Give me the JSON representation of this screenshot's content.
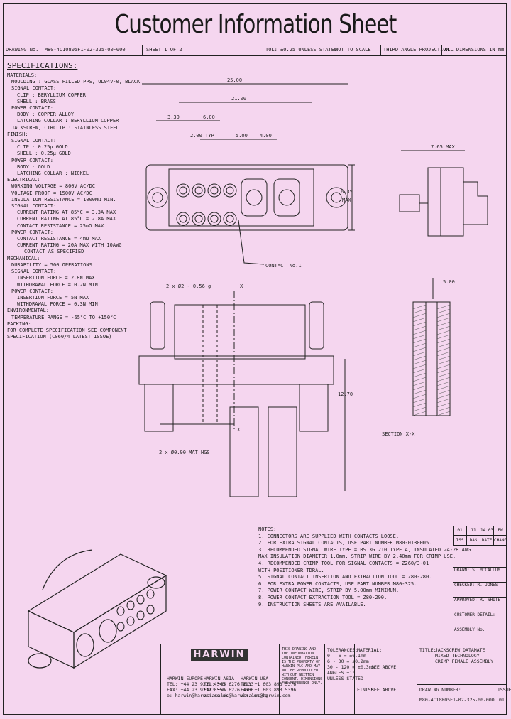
{
  "title": "Customer Information Sheet",
  "header": {
    "drawing_no": "DRAWING No.: M80-4C10805F1-02-325-00-000",
    "sheet": "SHEET 1 OF 2",
    "tolerance": "TOL: ±0.25 UNLESS STATED",
    "scale": "NOT TO SCALE",
    "projection": "THIRD ANGLE PROJECTION",
    "units": "ALL DIMENSIONS IN mm"
  },
  "specifications": {
    "heading": "SPECIFICATIONS:",
    "lines": [
      {
        "t": "MATERIALS:",
        "i": 0
      },
      {
        "t": "MOULDING : GLASS FILLED PPS, UL94V-0, BLACK",
        "i": 1
      },
      {
        "t": "SIGNAL CONTACT:",
        "i": 1
      },
      {
        "t": "CLIP : BERYLLIUM COPPER",
        "i": 2
      },
      {
        "t": "SHELL : BRASS",
        "i": 2
      },
      {
        "t": "POWER CONTACT:",
        "i": 1
      },
      {
        "t": "BODY : COPPER ALLOY",
        "i": 2
      },
      {
        "t": "LATCHING COLLAR : BERYLLIUM COPPER",
        "i": 2
      },
      {
        "t": "JACKSCREW, CIRCLIP : STAINLESS STEEL",
        "i": 1
      },
      {
        "t": "FINISH:",
        "i": 0
      },
      {
        "t": "SIGNAL CONTACT:",
        "i": 1
      },
      {
        "t": "CLIP : 0.25µ GOLD",
        "i": 2
      },
      {
        "t": "SHELL : 0.25µ GOLD",
        "i": 2
      },
      {
        "t": "POWER CONTACT:",
        "i": 1
      },
      {
        "t": "BODY : GOLD",
        "i": 2
      },
      {
        "t": "LATCHING COLLAR : NICKEL",
        "i": 2
      },
      {
        "t": "ELECTRICAL:",
        "i": 0
      },
      {
        "t": "WORKING VOLTAGE = 800V AC/DC",
        "i": 1
      },
      {
        "t": "VOLTAGE PROOF = 1500V AC/DC",
        "i": 1
      },
      {
        "t": "INSULATION RESISTANCE = 1000MΩ MIN.",
        "i": 1
      },
      {
        "t": "SIGNAL CONTACT:",
        "i": 1
      },
      {
        "t": "CURRENT RATING AT 85°C = 3.3A MAX",
        "i": 2
      },
      {
        "t": "CURRENT RATING AT 85°C = 2.8A MAX",
        "i": 2
      },
      {
        "t": "CONTACT RESISTANCE = 25mΩ MAX",
        "i": 2
      },
      {
        "t": "POWER CONTACT:",
        "i": 1
      },
      {
        "t": "CONTACT RESISTANCE = 4mΩ MAX",
        "i": 2
      },
      {
        "t": "CURRENT RATING = 20A MAX WITH 10AWG",
        "i": 2
      },
      {
        "t": "CONTACT AS SPECIFIED",
        "i": 3
      },
      {
        "t": "MECHANICAL:",
        "i": 0
      },
      {
        "t": "DURABILITY = 500 OPERATIONS",
        "i": 1
      },
      {
        "t": "SIGNAL CONTACT:",
        "i": 1
      },
      {
        "t": "INSERTION FORCE = 2.8N MAX",
        "i": 2
      },
      {
        "t": "WITHDRAWAL FORCE = 0.2N MIN",
        "i": 2
      },
      {
        "t": "POWER CONTACT:",
        "i": 1
      },
      {
        "t": "INSERTION FORCE = 5N MAX",
        "i": 2
      },
      {
        "t": "WITHDRAWAL FORCE = 0.3N MIN",
        "i": 2
      },
      {
        "t": "ENVIRONMENTAL:",
        "i": 0
      },
      {
        "t": "TEMPERATURE RANGE = -65°C TO +150°C",
        "i": 1
      },
      {
        "t": "PACKING:",
        "i": 0
      },
      {
        "t": "FOR COMPLETE SPECIFICATION SEE COMPONENT",
        "i": 0
      },
      {
        "t": "SPECIFICATION (C060/4 LATEST ISSUE)",
        "i": 0
      }
    ]
  },
  "dims": {
    "overall": "25.00",
    "pitch_outer": "21.00",
    "d3_30": "3.30",
    "d6_00": "6.00",
    "d2_00_typ": "2.00 TYP",
    "d5_00": "5.00",
    "d4_00": "4.00",
    "height": "6.35",
    "max": "MAX",
    "side": "7.65 MAX",
    "contact_label": "CONTACT No.1",
    "front_top": "2 x Ø2 - 0.56 g",
    "front_bottom": "2 x Ø0.90 MAT HGS",
    "section_dim": "5.00",
    "height2": "12.70",
    "section_label": "SECTION X-X",
    "section_mark": "X"
  },
  "notes": [
    "NOTES:",
    "1. CONNECTORS ARE SUPPLIED WITH CONTACTS LOOSE.",
    "2. FOR EXTRA SIGNAL CONTACTS, USE PART NUMBER M80-0130005.",
    "3. RECOMMENDED SIGNAL WIRE TYPE = BS 3G 210 TYPE A, INSULATED 24-28 AWG",
    "   MAX INSULATION DIAMETER 1.0mm, STRIP WIRE BY 2.40mm FOR CRIMP USE.",
    "4. RECOMMENDED CRIMP TOOL FOR SIGNAL CONTACTS = Z260/3-01",
    "   WITH POSITIONER TDRAL.",
    "5. SIGNAL CONTACT INSERTION AND EXTRACTION TOOL = Z80-280.",
    "6. FOR EXTRA POWER CONTACTS, USE PART NUMBER M80-325.",
    "7. POWER CONTACT WIRE, STRIP BY 5.00mm MINIMUM.",
    "8. POWER CONTACT EXTRACTION TOOL = Z80-290.",
    "9. INSTRUCTION SHEETS ARE AVAILABLE."
  ],
  "revision": {
    "rows": [
      [
        "01",
        "11",
        "14.03.11",
        "PW"
      ],
      [
        "ISS",
        "DAS",
        "DATE",
        "CHANGE"
      ]
    ],
    "lines": [
      "DRAWN: S. MCCALLUM",
      "CHECKED: R. JONES",
      "APPROVED: R. WHITE",
      "CUSTOMER DETAIL:",
      "ASSEMBLY No."
    ]
  },
  "title_block": {
    "logo": "HARWIN",
    "addr1": [
      "HARWIN EUROPE",
      "TEL: +44 23 9231 4545",
      "FAX: +44 23 9237 0558",
      "e: harwin@harwin.co.uk"
    ],
    "addr2": [
      "HARWIN ASIA",
      "TEL: +65 6276 9133",
      "FAX: +65 6276 5566",
      "asiasales@harwin.com.sg"
    ],
    "addr3": [
      "HARWIN USA",
      "TEL: +1 603 893 5376",
      "FAX: +1 603 893 5396",
      "ussales@harwin.com"
    ],
    "disclaimer": "THIS DRAWING AND THE INFORMATION CONTAINED THEREIN IS THE PROPERTY OF HARWIN PLC AND MAY NOT BE REPRODUCED WITHOUT WRITTEN CONSENT. DIMENSIONS FOR REFERENCE ONLY.",
    "tolerances": [
      "TOLERANCES:",
      "0 - 6 = ±0.1mm",
      "6 - 30 = ±0.2mm",
      "30 - 120 = ±0.3mm",
      "ANGLES ±1°",
      "UNLESS STATED"
    ],
    "material": "MATERIAL:",
    "material_val": "SEE ABOVE",
    "finish": "FINISH:",
    "finish_val": "SEE ABOVE",
    "drawing_title_label": "TITLE:",
    "drawing_title": [
      "JACKSCREW DATAMATE",
      "MIXED TECHNOLOGY",
      "CRIMP FEMALE ASSEMBLY"
    ],
    "drawing_number_label": "DRAWING NUMBER:",
    "drawing_number": "M80-4C10805F1-02-325-00-000",
    "issue": "ISSUE:",
    "issue_val": "01"
  }
}
